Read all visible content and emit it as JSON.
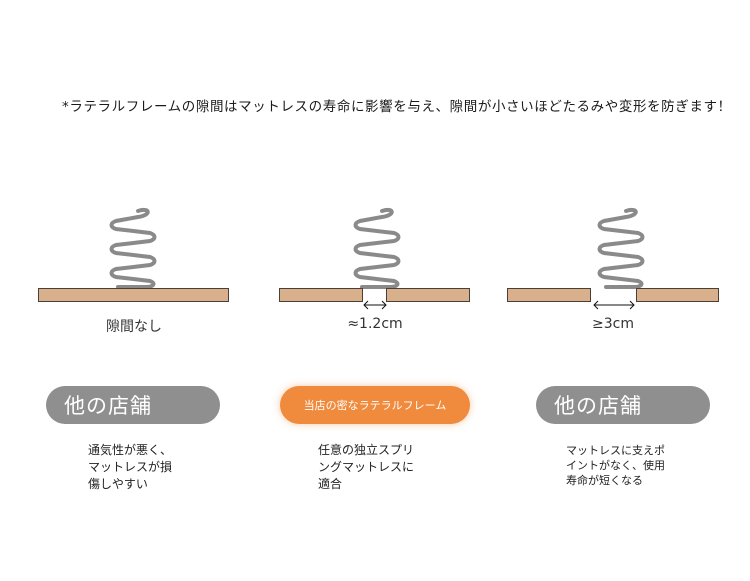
{
  "note": "*ラテラルフレームの隙間はマットレスの寿命に影響を与え、隙間が小さいほどたるみや変形を防ぎます！",
  "panels": [
    {
      "gap_label": "隙間なし",
      "pill_label": "他の店舗",
      "description": [
        "通気性が悪く、",
        "マットレスが損",
        "傷しやすい"
      ]
    },
    {
      "gap_label": "≈1.2cm",
      "pill_label": "当店の密なラテラルフレーム",
      "description": [
        "任意の独立スプリ",
        "ングマットレスに",
        "適合"
      ]
    },
    {
      "gap_label": "≥3cm",
      "pill_label": "他の店舗",
      "description": [
        "マットレスに支えポ",
        "イントがなく、使用",
        "寿命が短くなる"
      ]
    }
  ],
  "colors": {
    "board": "#d8b08c",
    "board_border": "#4b4038",
    "spring": "#8a8a8a",
    "pill_gray": "#8f8f8f",
    "pill_orange": "#f08a3c"
  }
}
